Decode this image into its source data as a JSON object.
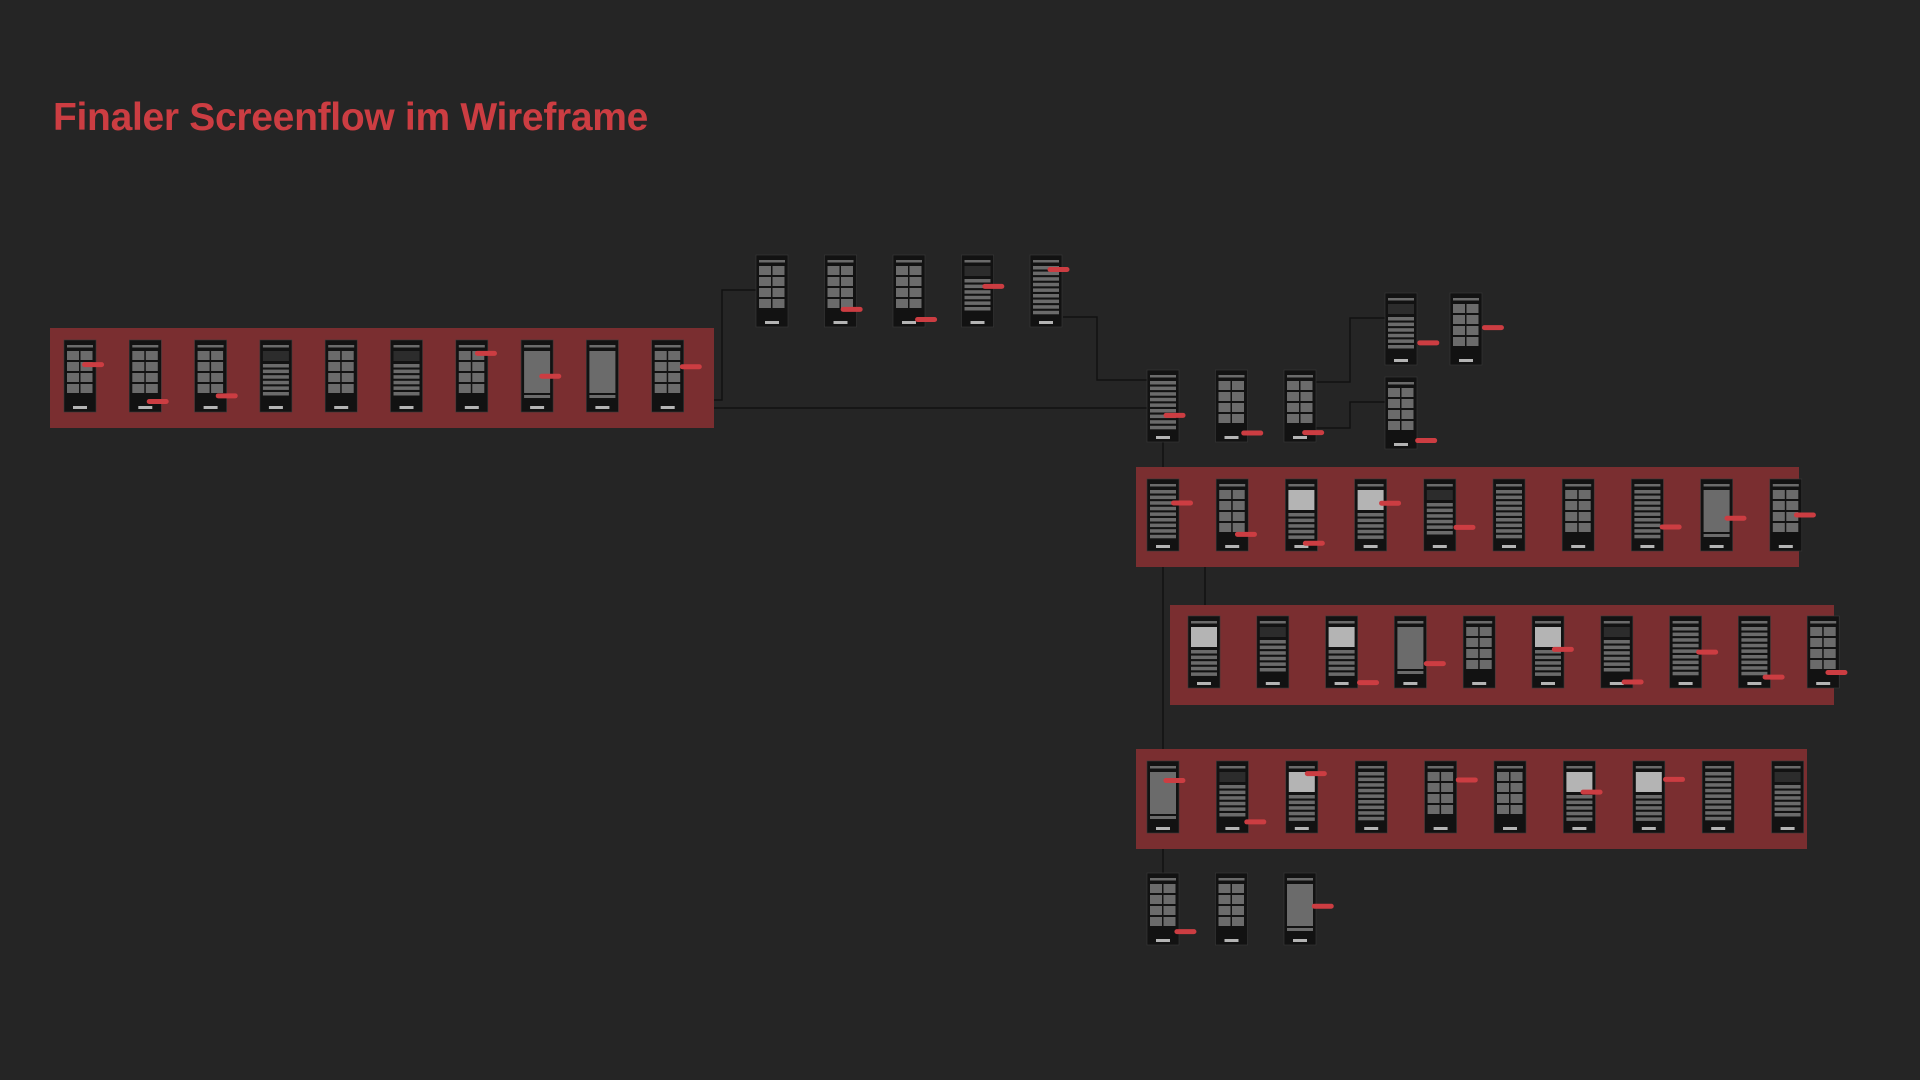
{
  "title": "Finaler Screenflow im Wireframe",
  "colors": {
    "background": "#252525",
    "accent": "#cc3d42",
    "group": "#7a2e30",
    "phone_frame": "#121212",
    "connector": "#111111",
    "placeholder": "#6b6b6b",
    "placeholder_light": "#b4b4b4"
  },
  "groups": [
    {
      "id": "onboarding",
      "screens": 10
    },
    {
      "id": "flow-2",
      "screens": 10
    },
    {
      "id": "flow-3",
      "screens": 10
    },
    {
      "id": "flow-4",
      "screens": 10
    }
  ],
  "ungrouped": [
    {
      "id": "branch-top",
      "screens": 5
    },
    {
      "id": "hub",
      "screens": 3
    },
    {
      "id": "side-branch",
      "screens": 3
    },
    {
      "id": "end",
      "screens": 3
    }
  ]
}
